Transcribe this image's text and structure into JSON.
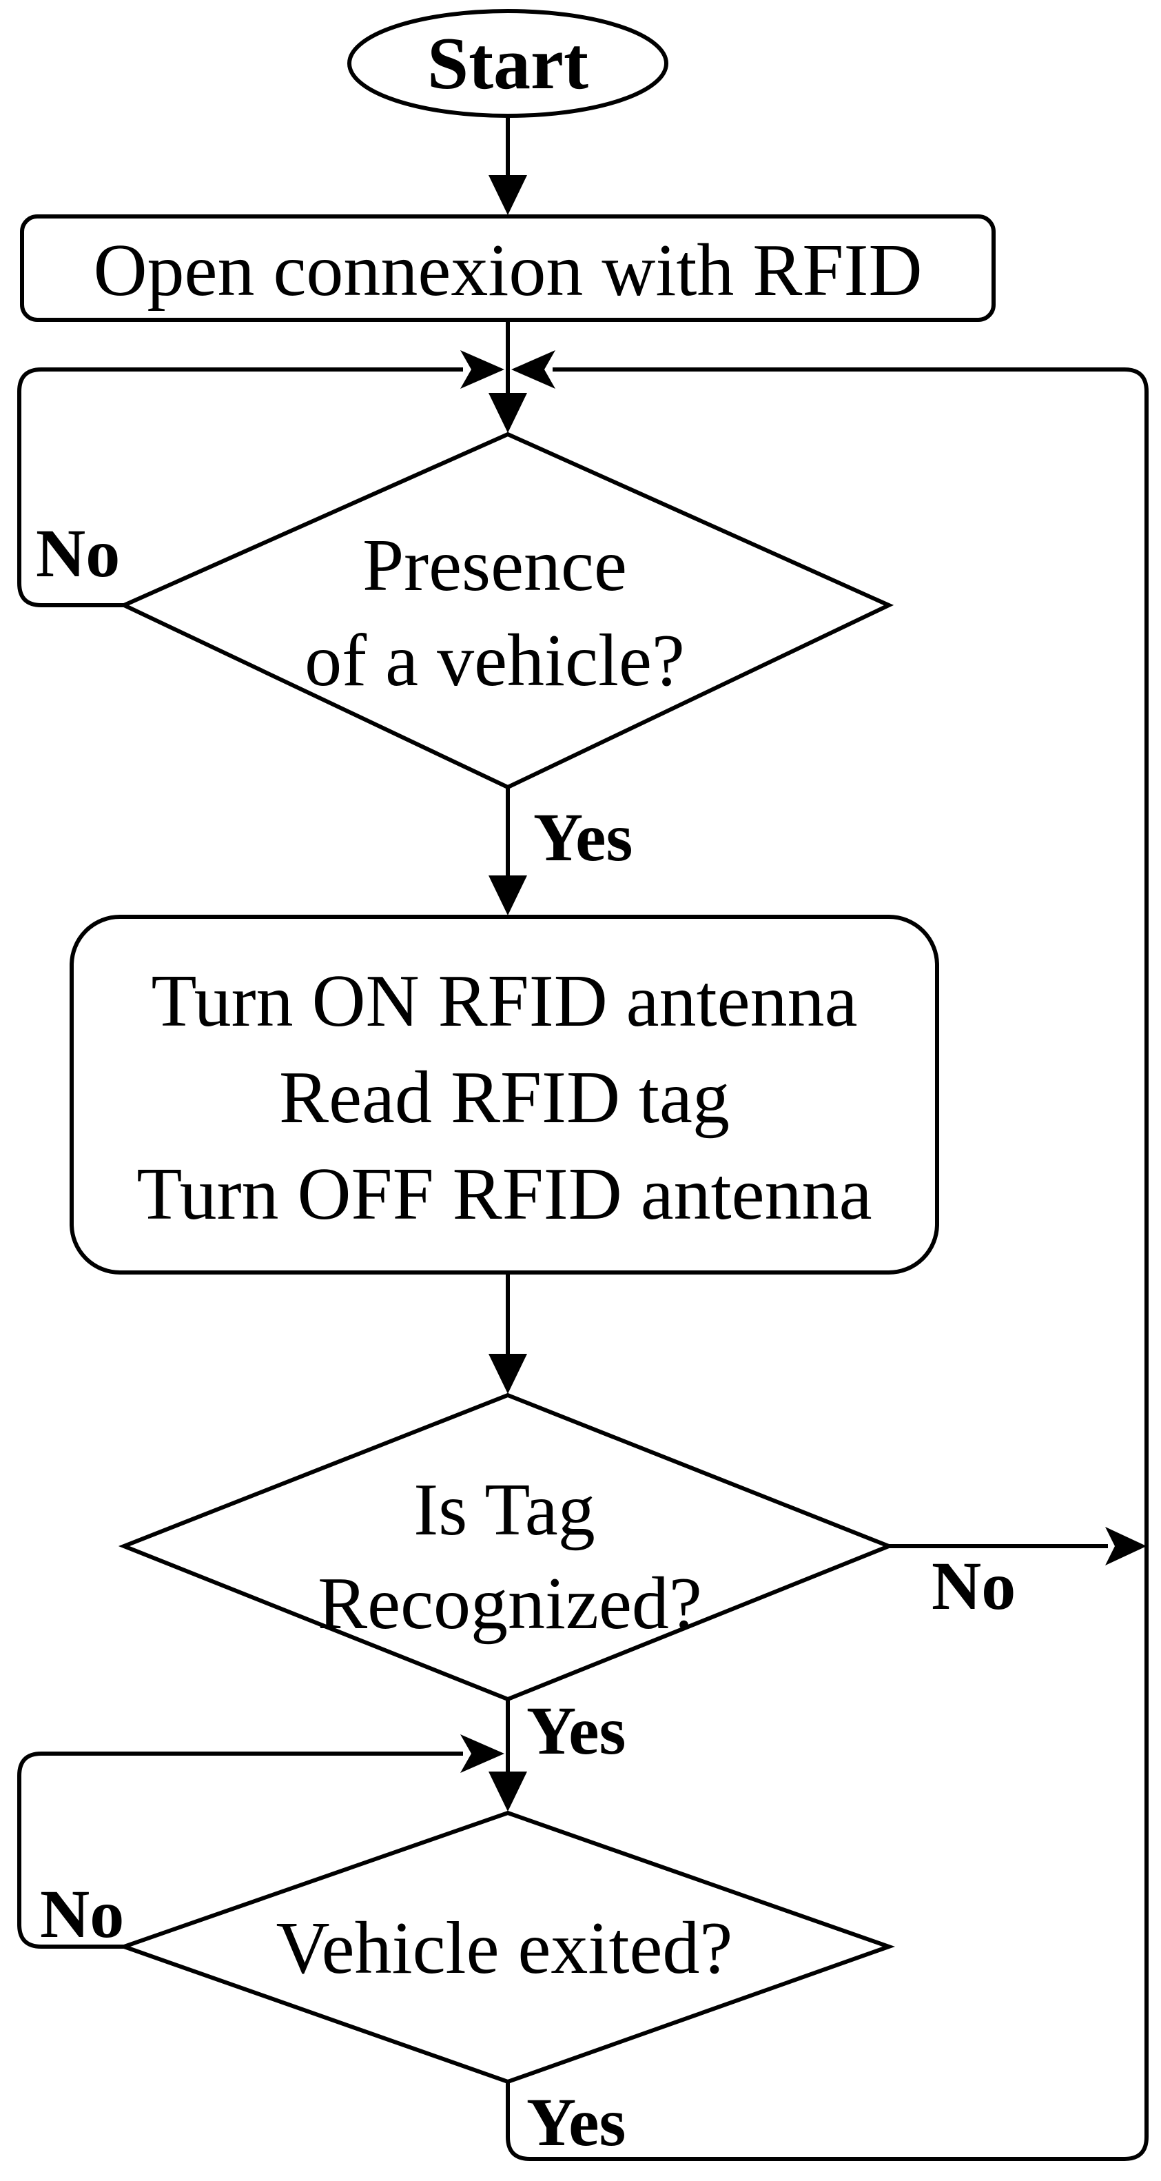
{
  "nodes": {
    "start": "Start",
    "open": "Open connexion with RFID",
    "presence_line1": "Presence",
    "presence_line2": "of a vehicle?",
    "read_line1": "Turn ON RFID antenna",
    "read_line2": "Read RFID tag",
    "read_line3": "Turn OFF RFID antenna",
    "tag_line1": "Is Tag",
    "tag_line2": "Recognized?",
    "exit": "Vehicle exited?"
  },
  "labels": {
    "presence_no": "No",
    "presence_yes": "Yes",
    "tag_no": "No",
    "tag_yes": "Yes",
    "exit_no": "No",
    "exit_yes": "Yes"
  },
  "colors": {
    "stroke": "#000000",
    "background": "#ffffff"
  }
}
